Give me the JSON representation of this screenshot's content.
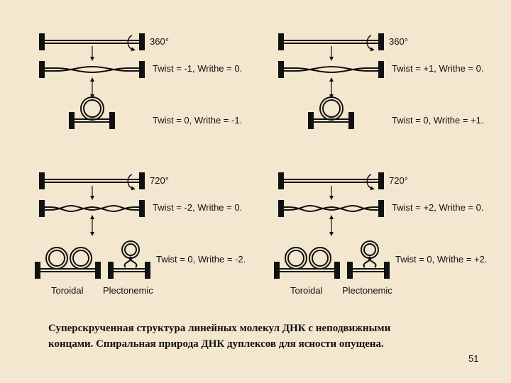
{
  "panels": [
    {
      "angle": "360°",
      "twist_writhe_1": "Twist = -1, Writhe = 0.",
      "twist_writhe_2": "Twist = 0, Writhe = -1."
    },
    {
      "angle": "360°",
      "twist_writhe_1": "Twist = +1, Writhe = 0.",
      "twist_writhe_2": "Twist = 0, Writhe = +1."
    },
    {
      "angle": "720°",
      "twist_writhe_1": "Twist = -2, Writhe = 0.",
      "twist_writhe_2": "Twist = 0, Writhe = -2.",
      "label_left": "Toroidal",
      "label_right": "Plectonemic"
    },
    {
      "angle": "720°",
      "twist_writhe_1": "Twist = +2, Writhe = 0.",
      "twist_writhe_2": "Twist = 0, Writhe = +2.",
      "label_left": "Toroidal",
      "label_right": "Plectonemic"
    }
  ],
  "caption": {
    "line1": "Суперскрученная структура линейных молекул ДНК с неподвижными",
    "line2": "концами. Спиральная природа ДНК дуплексов для ясности опущена."
  },
  "page_number": "51",
  "colors": {
    "background": "#f3e8cf",
    "ink": "#111111"
  }
}
